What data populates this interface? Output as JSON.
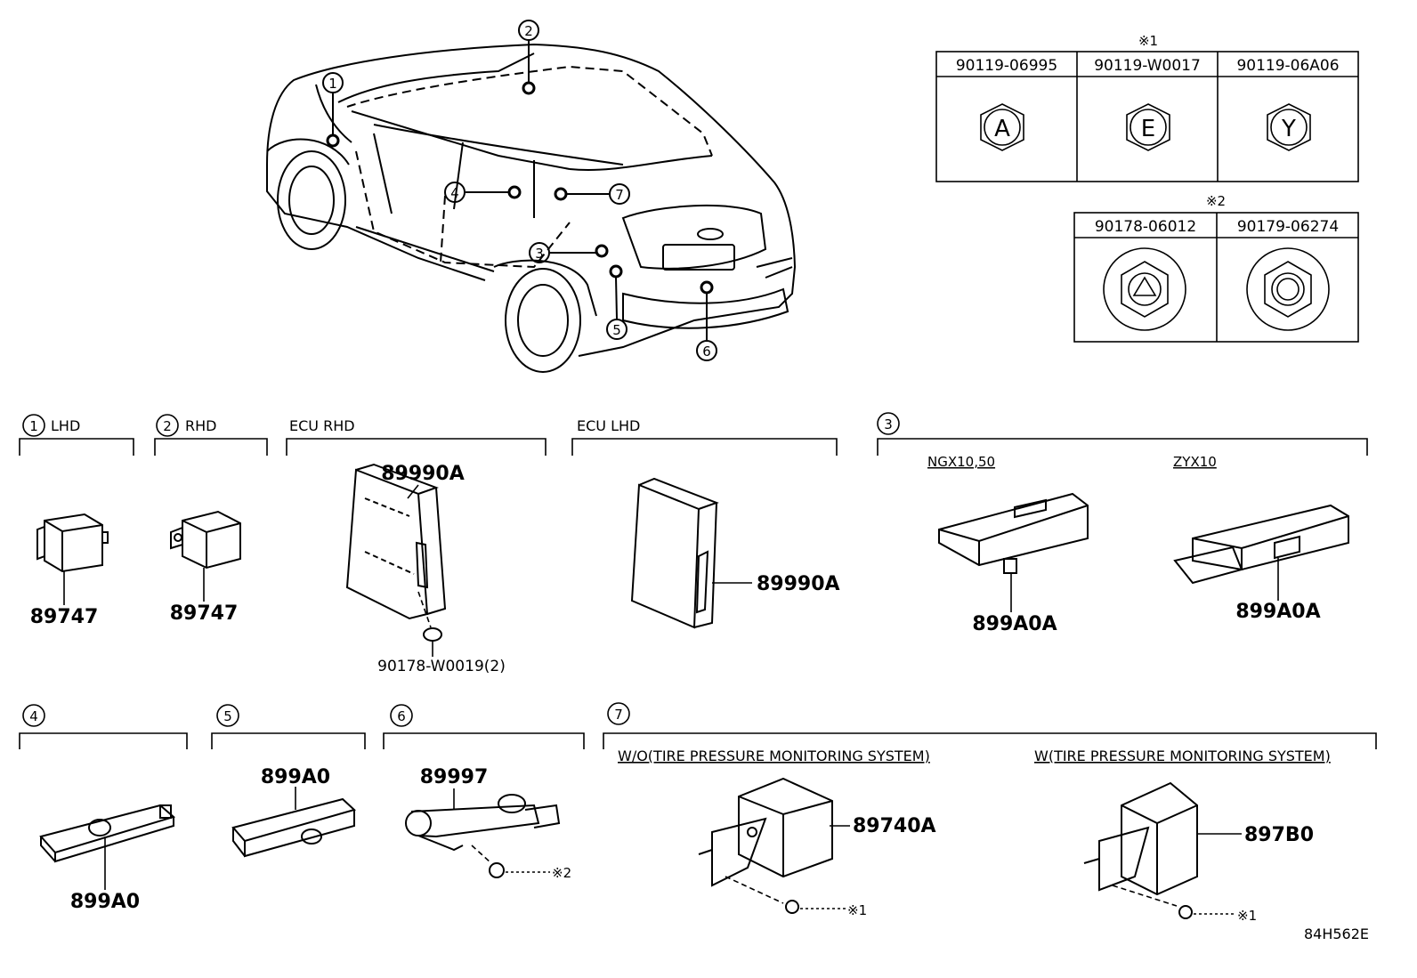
{
  "fasteners": {
    "group1": {
      "mark": "※1",
      "items": [
        {
          "part": "90119-06995",
          "letter": "A"
        },
        {
          "part": "90119-W0017",
          "letter": "E"
        },
        {
          "part": "90119-06A06",
          "letter": "Y"
        }
      ]
    },
    "group2": {
      "mark": "※2",
      "items": [
        {
          "part": "90178-06012"
        },
        {
          "part": "90179-06274"
        }
      ]
    }
  },
  "car_callouts": [
    "1",
    "2",
    "3",
    "4",
    "5",
    "6",
    "7"
  ],
  "sections": {
    "s1": {
      "num": "1",
      "label": "LHD",
      "part": "89747"
    },
    "s2": {
      "num": "2",
      "label": "RHD",
      "part": "89747"
    },
    "ecu_rhd": {
      "label": "ECU  RHD",
      "part": "89990A",
      "fastener": "90178-W0019(2)"
    },
    "ecu_lhd": {
      "label": "ECU  LHD",
      "part": "89990A"
    },
    "s3": {
      "num": "3",
      "variant_a": "NGX10,50",
      "part_a": "899A0A",
      "variant_b": "ZYX10",
      "part_b": "899A0A"
    },
    "s4": {
      "num": "4",
      "part": "899A0"
    },
    "s5": {
      "num": "5",
      "part": "899A0"
    },
    "s6": {
      "num": "6",
      "part": "89997",
      "ref": "※2"
    },
    "s7": {
      "num": "7",
      "variant_a": "W/O(TIRE PRESSURE MONITORING SYSTEM)",
      "part_a": "89740A",
      "ref_a": "※1",
      "variant_b": "W(TIRE PRESSURE MONITORING SYSTEM)",
      "part_b": "897B0",
      "ref_b": "※1"
    }
  },
  "figure_code": "84H562E"
}
